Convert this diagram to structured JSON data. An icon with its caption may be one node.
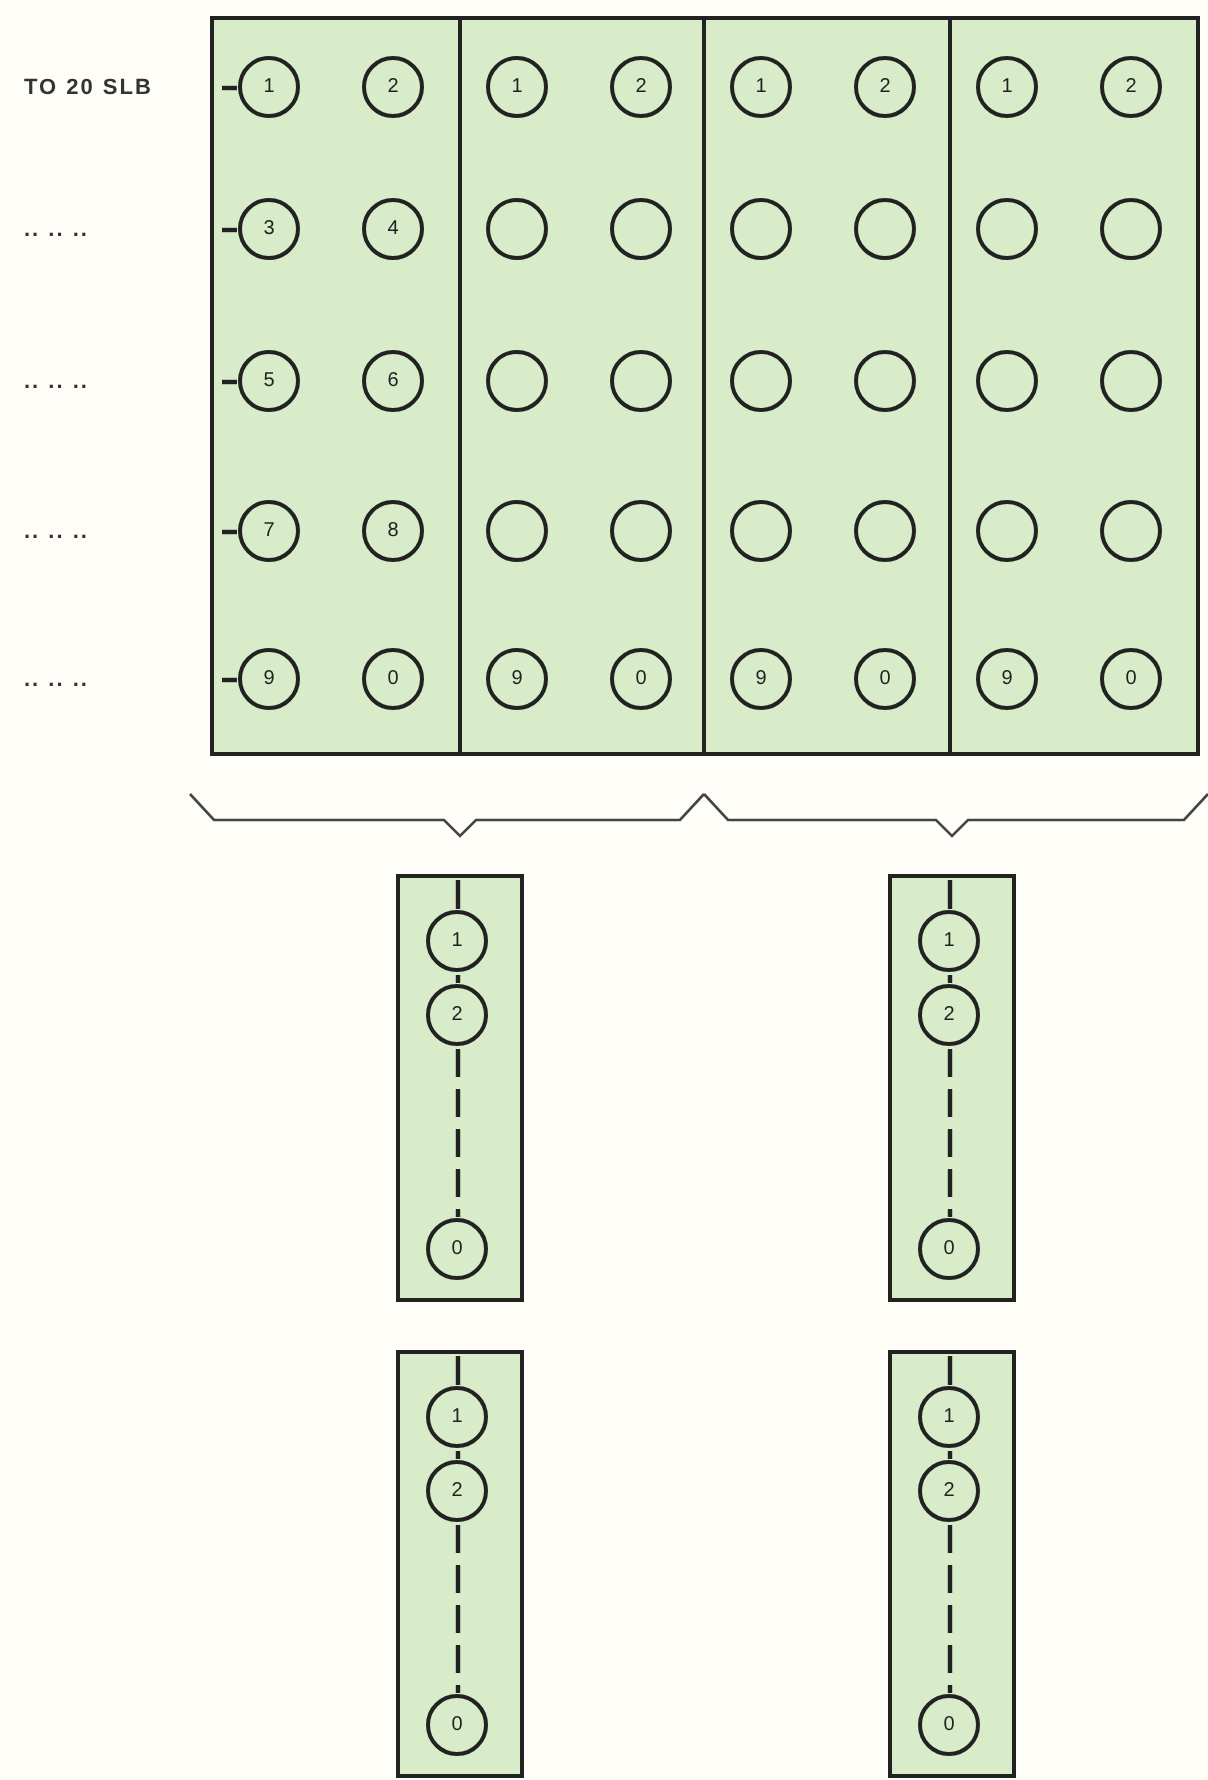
{
  "diagram": {
    "nodes": [
      {
        "text": [],
        "shape": "box"
      },
      {
        "text": [
          "1"
        ],
        "in": 0
      },
      {
        "text": [
          "2"
        ],
        "in": 0
      },
      {
        "text": [
          "3"
        ],
        "in": 0
      },
      {
        "text": [
          "4"
        ],
        "in": 0
      },
      {
        "text": [
          "5"
        ],
        "in": 0
      },
      {
        "text": [
          "6"
        ],
        "in": 0
      },
      {
        "text": [
          "7"
        ],
        "in": 0
      },
      {
        "text": [
          "8"
        ],
        "in": 0
      },
      {
        "text": [
          "9"
        ],
        "in": 0
      },
      {
        "text": [
          "0"
        ],
        "in": 0
      },
      {
        "text": [],
        "shape": "box"
      },
      {
        "text": [
          "1"
        ],
        "in": 11
      },
      {
        "text": [
          "2"
        ],
        "in": 11
      },
      {
        "text": [],
        "shape": "circle",
        "in": 11
      },
      {
        "text": [],
        "shape": "circle",
        "in": 11
      },
      {
        "text": [],
        "shape": "circle",
        "in": 11
      },
      {
        "text": [],
        "shape": "circle",
        "in": 11
      },
      {
        "text": [],
        "shape": "circle",
        "in": 11
      },
      {
        "text": [],
        "shape": "circle",
        "in": 11
      },
      {
        "text": [
          "9"
        ],
        "in": 11
      },
      {
        "text": [
          "0"
        ],
        "in": 11
      },
      {
        "text": [],
        "shape": "box"
      },
      {
        "text": [
          "1"
        ],
        "in": 22
      },
      {
        "text": [
          "2"
        ],
        "in": 22
      },
      {
        "text": [],
        "shape": "circle",
        "in": 22
      },
      {
        "text": [],
        "shape": "circle",
        "in": 22
      },
      {
        "text": [],
        "shape": "circle",
        "in": 22
      },
      {
        "text": [],
        "shape": "circle",
        "in": 22
      },
      {
        "text": [],
        "shape": "circle",
        "in": 22
      },
      {
        "text": [],
        "shape": "circle",
        "in": 22
      },
      {
        "text": [
          "9"
        ],
        "in": 22
      },
      {
        "text": [
          "0"
        ],
        "in": 22
      },
      {
        "text": [],
        "shape": "box"
      },
      {
        "text": [
          "1"
        ],
        "in": 33
      },
      {
        "text": [
          "2"
        ],
        "in": 33
      },
      {
        "text": [],
        "shape": "circle",
        "in": 33
      },
      {
        "text": [],
        "shape": "circle",
        "in": 33
      },
      {
        "text": [],
        "shape": "circle",
        "in": 33
      },
      {
        "text": [],
        "shape": "circle",
        "in": 33
      },
      {
        "text": [],
        "shape": "circle",
        "in": 33
      },
      {
        "text": [],
        "shape": "circle",
        "in": 33
      },
      {
        "text": [
          "9"
        ],
        "in": 33
      },
      {
        "text": [
          "0"
        ],
        "in": 33
      },
      {
        "text": [],
        "shape": "box"
      },
      {
        "text": [
          "1"
        ],
        "in": 44
      },
      {
        "text": [
          "2"
        ],
        "in": 44
      },
      {
        "text": [
          "0"
        ],
        "in": 44
      },
      {
        "text": [],
        "shape": "box"
      },
      {
        "text": [
          "1"
        ],
        "in": 48
      },
      {
        "text": [
          "2"
        ],
        "in": 48
      },
      {
        "text": [
          "0"
        ],
        "in": 48
      },
      {
        "text": [],
        "shape": "box"
      },
      {
        "text": [
          "1"
        ],
        "in": 52
      },
      {
        "text": [
          "2"
        ],
        "in": 52
      },
      {
        "text": [
          "0"
        ],
        "in": 52
      },
      {
        "text": [],
        "shape": "box"
      },
      {
        "text": [
          "1"
        ],
        "in": 56
      },
      {
        "text": [
          "2"
        ],
        "in": 56
      },
      {
        "text": [
          "0"
        ],
        "in": 56
      }
    ],
    "edges": [
      {
        "from": null,
        "to": 1,
        "arrow": "none"
      },
      {
        "from": null,
        "to": 3,
        "arrow": "none"
      },
      {
        "from": null,
        "to": 5,
        "arrow": "none"
      },
      {
        "from": null,
        "to": 7,
        "arrow": "none"
      },
      {
        "from": null,
        "to": 9,
        "arrow": "none"
      },
      {
        "from": null,
        "to": 45,
        "arrow": "none"
      },
      {
        "from": 45,
        "to": 46,
        "arrow": "none"
      },
      {
        "from": 46,
        "to": 47,
        "arrow": "none",
        "style": "dashed"
      },
      {
        "from": null,
        "to": 49,
        "arrow": "none"
      },
      {
        "from": 49,
        "to": 50,
        "arrow": "none"
      },
      {
        "from": 50,
        "to": 51,
        "arrow": "none",
        "style": "dashed"
      },
      {
        "from": null,
        "to": 53,
        "arrow": "none"
      },
      {
        "from": 53,
        "to": 54,
        "arrow": "none"
      },
      {
        "from": 54,
        "to": 55,
        "arrow": "none",
        "style": "dashed"
      },
      {
        "from": null,
        "to": 57,
        "arrow": "none"
      },
      {
        "from": 57,
        "to": 58,
        "arrow": "none"
      },
      {
        "from": 58,
        "to": 59,
        "arrow": "none",
        "style": "dashed"
      }
    ],
    "labels": [
      "TO 20 SLB",
      ".. .. ..",
      ".. .. ..",
      ".. .. ..",
      ".. .. .."
    ]
  }
}
